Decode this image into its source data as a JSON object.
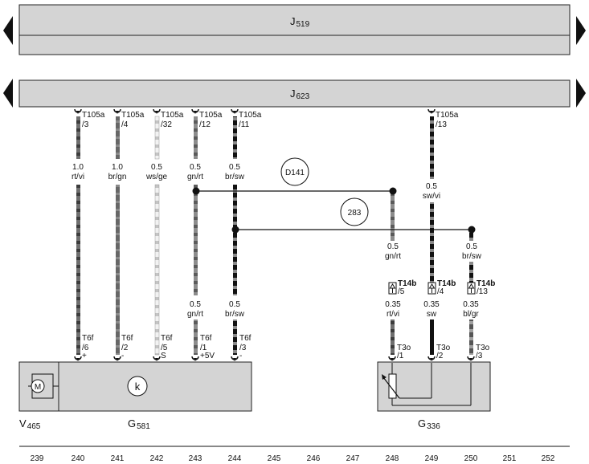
{
  "modules": {
    "top": {
      "prefix": "J",
      "sub": "519"
    },
    "second": {
      "prefix": "J",
      "sub": "623"
    }
  },
  "connectors": [
    {
      "name": "T105a",
      "pin": "/3"
    },
    {
      "name": "T105a",
      "pin": "/4"
    },
    {
      "name": "T105a",
      "pin": "/32"
    },
    {
      "name": "T105a",
      "pin": "/12"
    },
    {
      "name": "T105a",
      "pin": "/11"
    },
    {
      "name": "T105a",
      "pin": "/13"
    }
  ],
  "upper_wires": [
    {
      "size": "1.0",
      "color": "rt/vi"
    },
    {
      "size": "1.0",
      "color": "br/gn"
    },
    {
      "size": "0.5",
      "color": "ws/ge"
    },
    {
      "size": "0.5",
      "color": "gn/rt"
    },
    {
      "size": "0.5",
      "color": "br/sw"
    },
    {
      "size": "0.5",
      "color": "sw/vi"
    }
  ],
  "splices": [
    {
      "label": "D141"
    },
    {
      "label": "283"
    }
  ],
  "branch_wires": [
    {
      "size": "0.5",
      "color": "gn/rt"
    },
    {
      "size": "0.5",
      "color": "br/sw"
    }
  ],
  "t14b": [
    {
      "name": "T14b",
      "pin": "/5"
    },
    {
      "name": "T14b",
      "pin": "/4"
    },
    {
      "name": "T14b",
      "pin": "/13"
    }
  ],
  "lower_wires": [
    {
      "size": "0.5",
      "color": "gn/rt"
    },
    {
      "size": "0.5",
      "color": "br/sw"
    },
    {
      "size": "0.35",
      "color": "rt/vi"
    },
    {
      "size": "0.35",
      "color": "sw"
    },
    {
      "size": "0.35",
      "color": "bl/gr"
    }
  ],
  "bottom_pins": [
    {
      "name": "T6f",
      "pin": "/6",
      "sign": "+"
    },
    {
      "name": "T6f",
      "pin": "/2",
      "sign": "-"
    },
    {
      "name": "T6f",
      "pin": "/5",
      "sign": "S"
    },
    {
      "name": "T6f",
      "pin": "/1",
      "sign": "+5V"
    },
    {
      "name": "T6f",
      "pin": "/3",
      "sign": "-"
    },
    {
      "name": "T3o",
      "pin": "/1",
      "sign": ""
    },
    {
      "name": "T3o",
      "pin": "/2",
      "sign": ""
    },
    {
      "name": "T3o",
      "pin": "/3",
      "sign": ""
    }
  ],
  "motor": {
    "symbol": "M"
  },
  "sensor": {
    "symbol": "k"
  },
  "components": [
    {
      "prefix": "V",
      "sub": "465"
    },
    {
      "prefix": "G",
      "sub": "581"
    },
    {
      "prefix": "G",
      "sub": "336"
    }
  ],
  "ruler": [
    "239",
    "240",
    "241",
    "242",
    "243",
    "244",
    "245",
    "246",
    "247",
    "248",
    "249",
    "250",
    "251",
    "252"
  ]
}
